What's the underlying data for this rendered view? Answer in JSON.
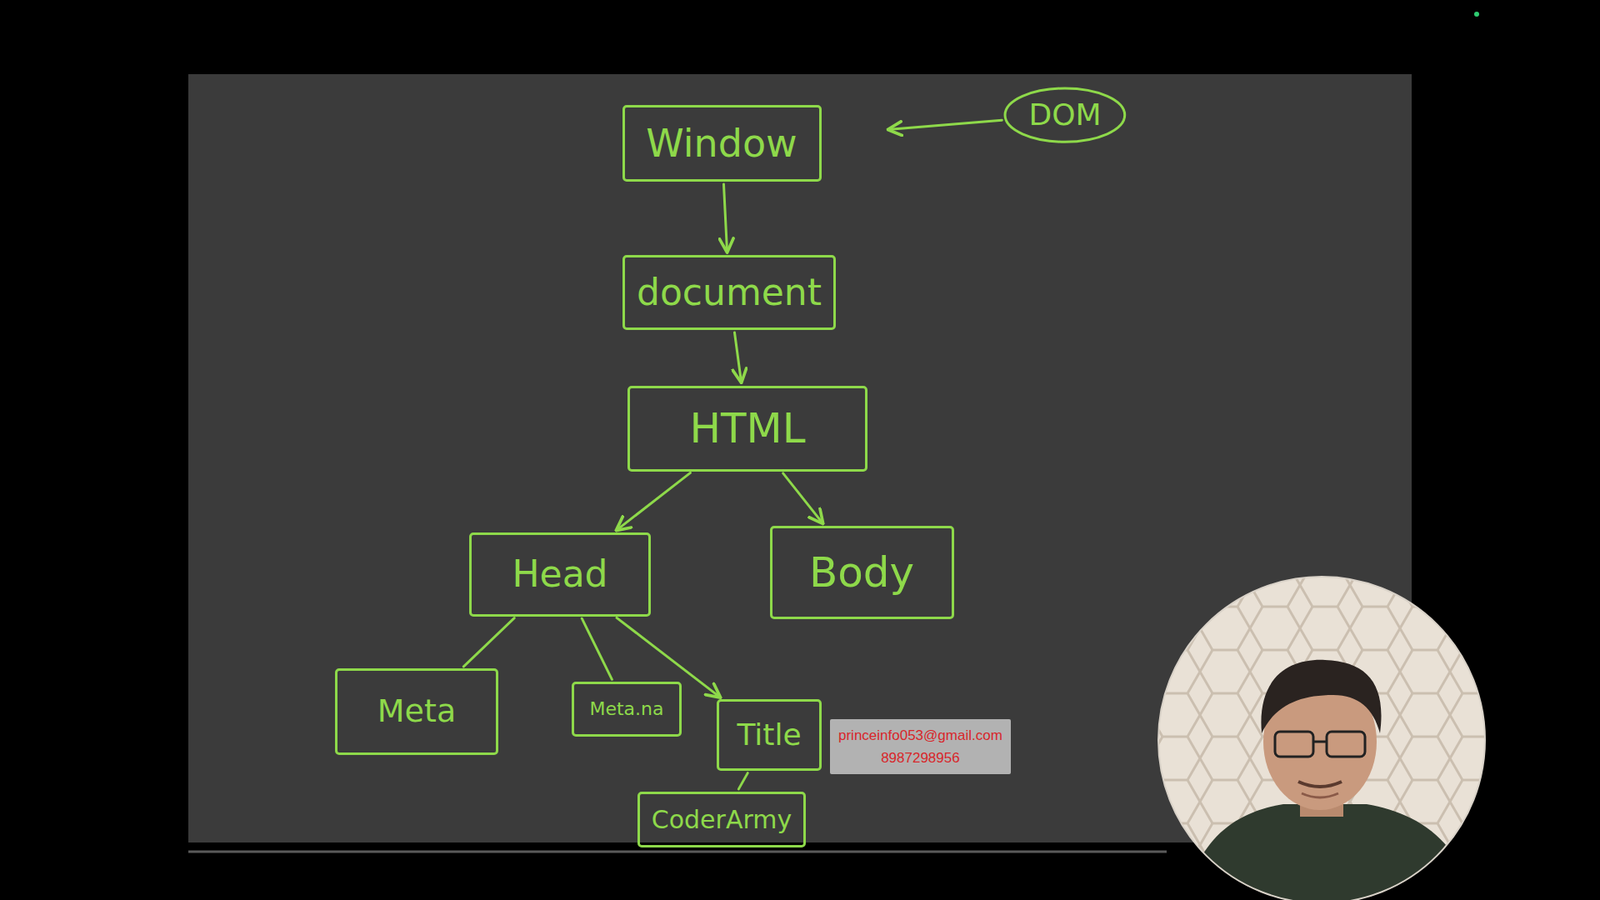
{
  "diagram": {
    "nodes": [
      {
        "text": [
          "Window"
        ]
      },
      {
        "text": [
          "DOM"
        ]
      },
      {
        "text": [
          "document"
        ]
      },
      {
        "text": [
          "HTML"
        ]
      },
      {
        "text": [
          "Head"
        ]
      },
      {
        "text": [
          "Body"
        ]
      },
      {
        "text": [
          "Meta"
        ]
      },
      {
        "text": [
          "Meta.na"
        ]
      },
      {
        "text": [
          "Title"
        ]
      },
      {
        "text": [
          "CoderArmy"
        ]
      }
    ],
    "edges": [
      {
        "from": 1,
        "to": 0,
        "arrow": "to"
      },
      {
        "from": 0,
        "to": 2,
        "arrow": "to"
      },
      {
        "from": 2,
        "to": 3,
        "arrow": "to"
      },
      {
        "from": 3,
        "to": 4,
        "arrow": "to"
      },
      {
        "from": 3,
        "to": 5,
        "arrow": "to"
      },
      {
        "from": 4,
        "to": 6,
        "arrow": "none"
      },
      {
        "from": 4,
        "to": 7,
        "arrow": "none"
      },
      {
        "from": 4,
        "to": 8,
        "arrow": "to"
      },
      {
        "from": 8,
        "to": 9,
        "arrow": "none"
      }
    ],
    "labels": [
      "princeinfo053@gmail.com",
      "8987298956"
    ]
  }
}
